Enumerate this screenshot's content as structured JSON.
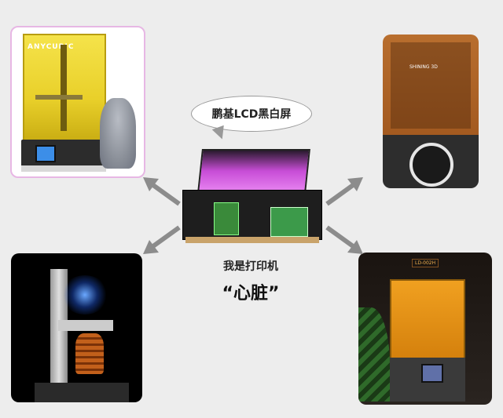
{
  "images": {
    "top_left": {
      "logo_text": "ANYCUBIC"
    },
    "top_right": {
      "label_text": "SHINING 3D"
    },
    "bottom_right": {
      "tag_text": "LD-002H"
    }
  },
  "bubble": {
    "text": "鹏基LCD黑白屏"
  },
  "caption": {
    "line1": "我是打印机",
    "line2": "“心脏”"
  },
  "colors": {
    "arrow": "#8c8c8c",
    "uv_glow": "#d660e6",
    "bubble_border": "#999999"
  }
}
